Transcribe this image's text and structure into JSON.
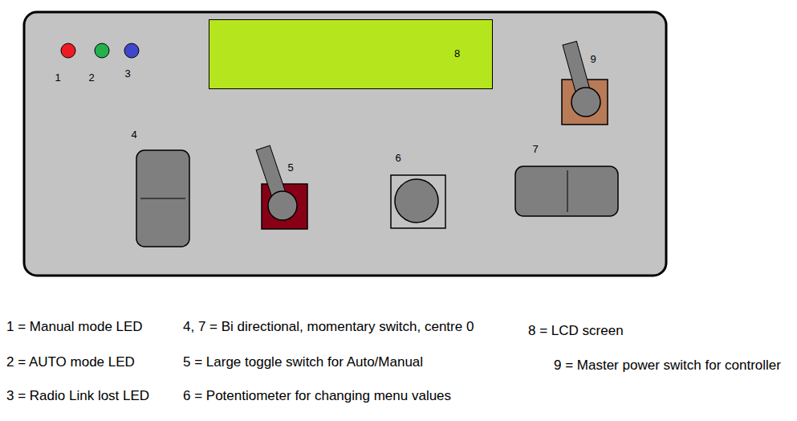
{
  "diagram": {
    "nodes": [
      {
        "text": [
          "8"
        ]
      }
    ],
    "labels": [
      "1",
      "2",
      "3",
      "4",
      "5",
      "6",
      "7",
      "9",
      "1 = Manual mode LED",
      "2 = AUTO mode LED",
      "3 = Radio Link lost LED",
      "4, 7 = Bi directional, momentary switch, centre 0",
      "5 = Large toggle switch for Auto/Manual",
      "6 = Potentiometer for changing menu values",
      "8 = LCD screen",
      "9 = Master power switch for controller"
    ]
  }
}
